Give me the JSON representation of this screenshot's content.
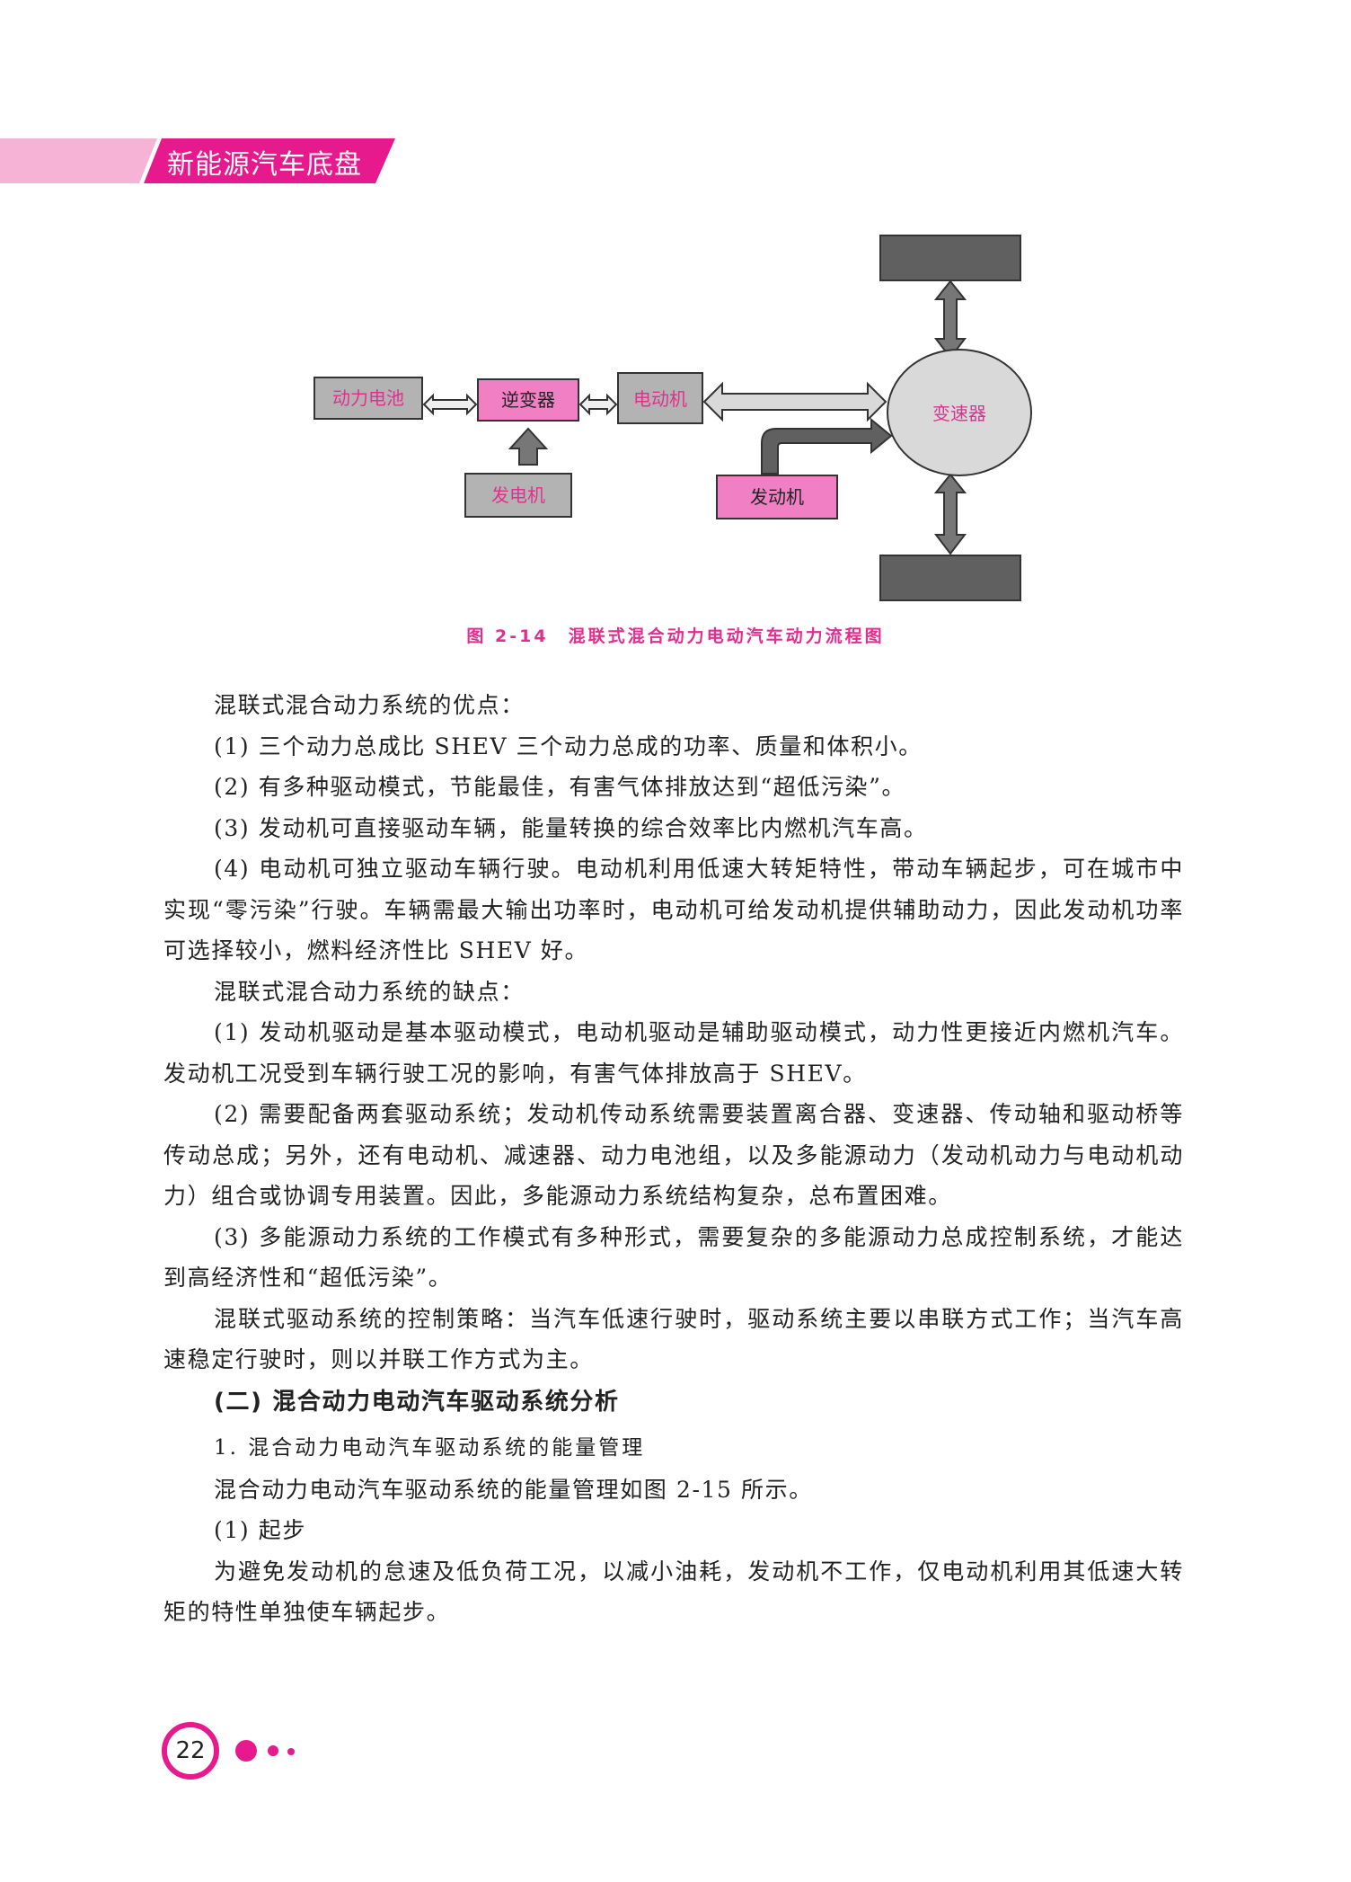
{
  "header": {
    "title": "新能源汽车底盘"
  },
  "diagram": {
    "boxes": {
      "battery": "动力电池",
      "inverter": "逆变器",
      "motor": "电动机",
      "transmission": "变速器",
      "generator": "发电机",
      "engine": "发动机"
    }
  },
  "caption": "图 2-14　混联式混合动力电动汽车动力流程图",
  "paragraphs": [
    {
      "text": "混联式混合动力系统的优点：",
      "style": "normal"
    },
    {
      "text": "(1) 三个动力总成比 SHEV 三个动力总成的功率、质量和体积小。",
      "style": "normal"
    },
    {
      "text": "(2) 有多种驱动模式，节能最佳，有害气体排放达到“超低污染”。",
      "style": "normal"
    },
    {
      "text": "(3) 发动机可直接驱动车辆，能量转换的综合效率比内燃机汽车高。",
      "style": "normal"
    },
    {
      "text": "(4) 电动机可独立驱动车辆行驶。电动机利用低速大转矩特性，带动车辆起步，可在城市中实现“零污染”行驶。车辆需最大输出功率时，电动机可给发动机提供辅助动力，因此发动机功率可选择较小，燃料经济性比 SHEV 好。",
      "style": "normal"
    },
    {
      "text": "混联式混合动力系统的缺点：",
      "style": "normal"
    },
    {
      "text": "(1) 发动机驱动是基本驱动模式，电动机驱动是辅助驱动模式，动力性更接近内燃机汽车。发动机工况受到车辆行驶工况的影响，有害气体排放高于 SHEV。",
      "style": "normal"
    },
    {
      "text": "(2) 需要配备两套驱动系统；发动机传动系统需要装置离合器、变速器、传动轴和驱动桥等传动总成；另外，还有电动机、减速器、动力电池组，以及多能源动力（发动机动力与电动机动力）组合或协调专用装置。因此，多能源动力系统结构复杂，总布置困难。",
      "style": "normal"
    },
    {
      "text": "(3) 多能源动力系统的工作模式有多种形式，需要复杂的多能源动力总成控制系统，才能达到高经济性和“超低污染”。",
      "style": "normal"
    },
    {
      "text": "混联式驱动系统的控制策略：当汽车低速行驶时，驱动系统主要以串联方式工作；当汽车高速稳定行驶时，则以并联工作方式为主。",
      "style": "normal"
    },
    {
      "text": "(二) 混合动力电动汽车驱动系统分析",
      "style": "h2"
    },
    {
      "text": "1. 混合动力电动汽车驱动系统的能量管理",
      "style": "h3"
    },
    {
      "text": "混合动力电动汽车驱动系统的能量管理如图 2-15 所示。",
      "style": "normal"
    },
    {
      "text": "(1) 起步",
      "style": "normal"
    },
    {
      "text": "为避免发动机的怠速及低负荷工况，以减小油耗，发动机不工作，仅电动机利用其低速大转矩的特性单独使车辆起步。",
      "style": "normal"
    }
  ],
  "page_number": "22",
  "colors": {
    "accent": "#e61a8d",
    "box_pink": "#f07fc4",
    "box_gray": "#b3b3b3",
    "dark_gray": "#606060"
  }
}
